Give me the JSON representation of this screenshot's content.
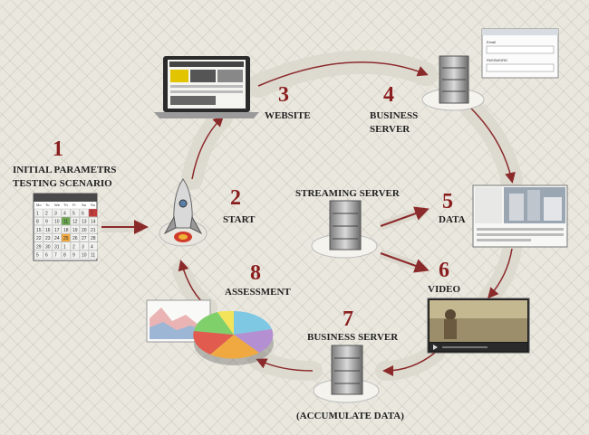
{
  "steps": {
    "s1": {
      "number": "1",
      "label_line1": "INITIAL PARAMETRS",
      "label_line2": "TESTING SCENARIO"
    },
    "s2": {
      "number": "2",
      "label": "START"
    },
    "s3": {
      "number": "3",
      "label": "WEBSITE"
    },
    "s4": {
      "number": "4",
      "label_line1": "BUSINESS",
      "label_line2": "SERVER"
    },
    "s5": {
      "number": "5",
      "label": "DATA"
    },
    "s6": {
      "number": "6",
      "label": "VIDEO"
    },
    "s7": {
      "number": "7",
      "label": "BUSINESS SERVER",
      "sublabel": "(ACCUMULATE DATA)"
    },
    "s8": {
      "number": "8",
      "label": "ASSESSMENT"
    },
    "streaming": {
      "label": "STREAMING SERVER"
    }
  },
  "calendar": {
    "header": [
      "Mo",
      "Tu",
      "We",
      "Th",
      "Fr",
      "Sa",
      "Su"
    ],
    "weeks": [
      [
        "1",
        "2",
        "3",
        "4",
        "5",
        "6",
        "7"
      ],
      [
        "8",
        "9",
        "10",
        "11",
        "12",
        "13",
        "14"
      ],
      [
        "15",
        "16",
        "17",
        "18",
        "19",
        "20",
        "21"
      ],
      [
        "22",
        "23",
        "24",
        "25",
        "26",
        "27",
        "28"
      ],
      [
        "29",
        "30",
        "31",
        "1",
        "2",
        "3",
        "4"
      ],
      [
        "5",
        "6",
        "7",
        "8",
        "9",
        "10",
        "11"
      ]
    ]
  },
  "login_panel": {
    "field1": "Email",
    "field2": "PASSWORD"
  },
  "colors": {
    "number": "#8a1e1e",
    "label": "#1f1f1f",
    "flow_band": "#dcd8ce",
    "flow_line": "#8b2a2a",
    "background": "#e9e7de"
  },
  "icons": [
    "laptop-icon",
    "server-icon",
    "rocket-icon",
    "calendar-icon",
    "pie-chart-icon",
    "area-chart-icon",
    "video-player-icon",
    "login-panel-icon",
    "website-thumbnail-icon"
  ]
}
